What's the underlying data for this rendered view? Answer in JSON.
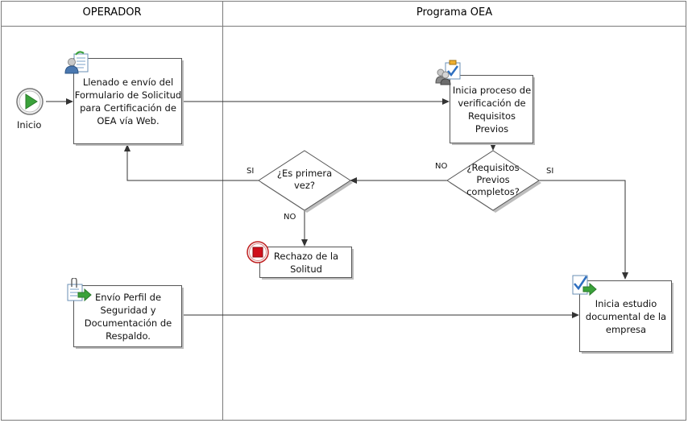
{
  "lanes": {
    "operador": "OPERADOR",
    "programa": "Programa OEA"
  },
  "nodes": {
    "inicio": "Inicio",
    "llenado": "Llenado e envío del\nFormulario de Solicitud\npara Certificación de\nOEA vía Web.",
    "verificacion": "Inicia proceso de\nverificación de\nRequisitos Previos",
    "requisitos": "¿Requisitos\nPrevios\ncompletos?",
    "primera_vez": "¿Es primera\nvez?",
    "rechazo": "Rechazo de la\nSolitud",
    "envio_perfil": "Envío Perfil de\nSeguridad y\nDocumentación de\nRespaldo.",
    "estudio": "Inicia estudio\ndocumental de la\nempresa"
  },
  "labels": {
    "no_requisitos": "NO",
    "si_requisitos": "SI",
    "si_primera": "SI",
    "no_primera": "NO"
  },
  "icons": {
    "inicio": "play-icon",
    "llenado": "user-form-icon",
    "verificacion": "user-check-icon",
    "rechazo": "stop-icon",
    "envio_perfil": "attachment-send-icon",
    "estudio": "document-check-icon"
  },
  "colors": {
    "box_fill": "#ffffff",
    "box_stroke": "#555555",
    "shadow": "#bdbdbd",
    "lane_border": "#7a7a7a",
    "start_green": "#3aa23a",
    "stop_red": "#d0101c"
  }
}
